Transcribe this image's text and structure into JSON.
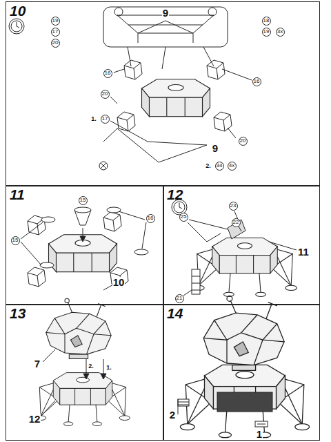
{
  "diagram": {
    "nodes": [
      {
        "text": [
          "10"
        ]
      },
      {
        "text": [
          "11"
        ]
      },
      {
        "text": [
          "12"
        ]
      },
      {
        "text": [
          "13"
        ]
      },
      {
        "text": [
          "14"
        ]
      }
    ],
    "labels": [
      "9",
      "19",
      "17",
      "20",
      "18",
      "19",
      "3x",
      "16",
      "16",
      "20",
      "1.",
      "17",
      "20",
      "9",
      "2.",
      "34",
      "4x",
      "15",
      "16",
      "15",
      "10",
      "25",
      "23",
      "22",
      "11",
      "21",
      "7",
      "12",
      "2.",
      "1.",
      "2",
      "1"
    ]
  }
}
